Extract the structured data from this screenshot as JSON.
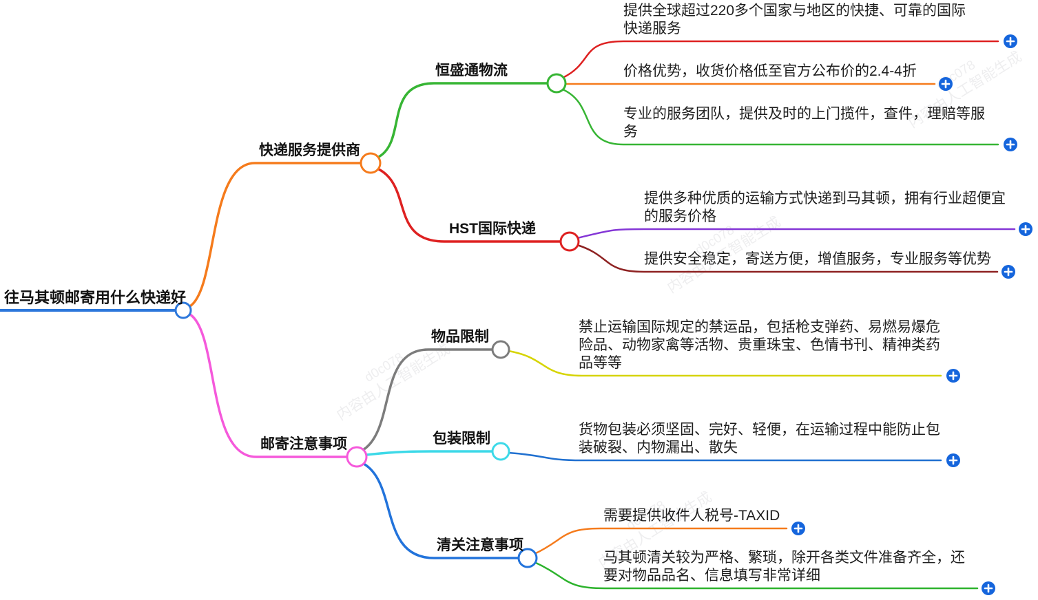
{
  "title": "往马其顿邮寄用什么快递好",
  "root": {
    "label": "往马其顿邮寄用什么快递好",
    "color": "#2C77DB"
  },
  "branches": [
    {
      "label": "快递服务提供商",
      "color": "#F57B1C",
      "children": [
        {
          "label": "恒盛通物流",
          "color": "#37B534",
          "leaves": [
            {
              "text": "提供全球超过220多个国家与地区的快捷、可靠的国际快递服务",
              "color": "#DE2121"
            },
            {
              "text": "价格优势，收货价格低至官方公布价的2.4-4折",
              "color": "#F57B1C"
            },
            {
              "text": "专业的服务团队，提供及时的上门揽件，查件，理赔等服务",
              "color": "#37B534"
            }
          ]
        },
        {
          "label": "HST国际快递",
          "color": "#DE2121",
          "leaves": [
            {
              "text": "提供多种优质的运输方式快递到马其顿，拥有行业超便宜的服务价格",
              "color": "#8436D6"
            },
            {
              "text": "提供安全稳定，寄送方便，增值服务，专业服务等优势",
              "color": "#8E2222"
            }
          ]
        }
      ]
    },
    {
      "label": "邮寄注意事项",
      "color": "#F559DB",
      "children": [
        {
          "label": "物品限制",
          "color": "#7C7C7C",
          "leaves": [
            {
              "text": "禁止运输国际规定的禁运品，包括枪支弹药、易燃易爆危险品、动物家禽等活物、贵重珠宝、色情书刊、精神类药品等等",
              "color": "#D6D400"
            }
          ]
        },
        {
          "label": "包装限制",
          "color": "#3DD9E8",
          "leaves": [
            {
              "text": "货物包装必须坚固、完好、轻便，在运输过程中能防止包装破裂、内物漏出、散失",
              "color": "#2070D0"
            }
          ]
        },
        {
          "label": "清关注意事项",
          "color": "#2273DB",
          "leaves": [
            {
              "text": "需要提供收件人税号-TAXID",
              "color": "#F57B1C"
            },
            {
              "text": "马其顿清关较为严格、繁琐，除开各类文件准备齐全，还要对物品品名、信息填写非常详细",
              "color": "#2DB32D"
            }
          ]
        }
      ]
    }
  ],
  "icons": {
    "add_node": "+"
  },
  "colors": {
    "plus_button": "#1565DC",
    "root_blue": "#2C77DB",
    "orange": "#F57B1C",
    "green": "#37B534",
    "red": "#DE2121",
    "purple": "#8436D6",
    "maroon": "#8E2222",
    "pink": "#F559DB",
    "gray": "#7C7C7C",
    "yellow": "#D6D400",
    "cyan": "#3DD9E8",
    "blue": "#2273DB",
    "leaf_green": "#2DB32D"
  },
  "watermark": {
    "code": "d0c078",
    "line": "内容由人工智能生成"
  }
}
